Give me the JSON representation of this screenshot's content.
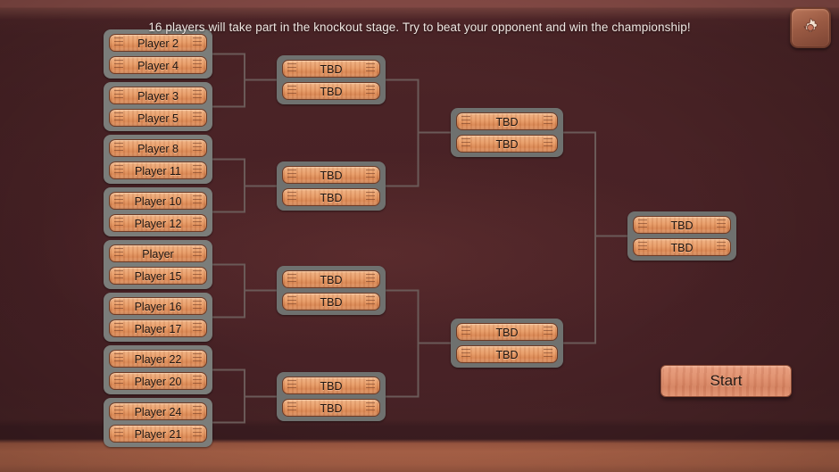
{
  "header": {
    "headline": "16 players will take part in the knockout stage. Try to beat your opponent and win the championship!",
    "settings_icon": "gear-icon"
  },
  "colors": {
    "background": "#4a2326",
    "background_top_strip": "#8d4f4a",
    "background_bottom_strip": "#b4684c",
    "group_panel": "#7b7d7a",
    "slot_wood": "#e79a65",
    "slot_border": "#6d3a25",
    "connector_line": "#6b5a58",
    "start_button": "#df8e6c",
    "gear_button": "#9a5a43",
    "text_light": "#efe7e2",
    "text_dark": "#1d1410"
  },
  "bracket": {
    "tbd_label": "TBD",
    "rounds": [
      {
        "name": "round-of-16",
        "matches": [
          {
            "slots": [
              "Player 2",
              "Player 4"
            ]
          },
          {
            "slots": [
              "Player 3",
              "Player 5"
            ]
          },
          {
            "slots": [
              "Player 8",
              "Player 11"
            ]
          },
          {
            "slots": [
              "Player 10",
              "Player 12"
            ]
          },
          {
            "slots": [
              "Player",
              "Player 15"
            ]
          },
          {
            "slots": [
              "Player 16",
              "Player 17"
            ]
          },
          {
            "slots": [
              "Player 22",
              "Player 20"
            ]
          },
          {
            "slots": [
              "Player 24",
              "Player 21"
            ]
          }
        ]
      },
      {
        "name": "quarterfinals",
        "matches": [
          {
            "slots": [
              "TBD",
              "TBD"
            ]
          },
          {
            "slots": [
              "TBD",
              "TBD"
            ]
          },
          {
            "slots": [
              "TBD",
              "TBD"
            ]
          },
          {
            "slots": [
              "TBD",
              "TBD"
            ]
          }
        ]
      },
      {
        "name": "semifinals",
        "matches": [
          {
            "slots": [
              "TBD",
              "TBD"
            ]
          },
          {
            "slots": [
              "TBD",
              "TBD"
            ]
          }
        ]
      },
      {
        "name": "final",
        "matches": [
          {
            "slots": [
              "TBD",
              "TBD"
            ]
          }
        ]
      }
    ]
  },
  "footer": {
    "start_label": "Start"
  }
}
